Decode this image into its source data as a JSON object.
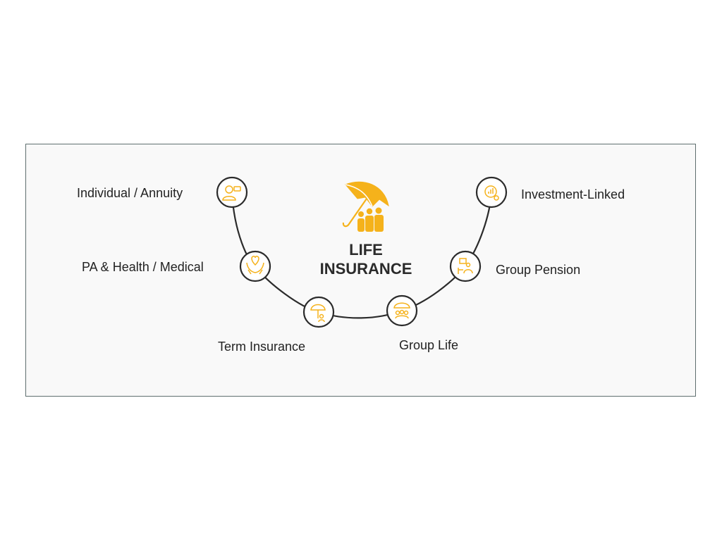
{
  "title": {
    "line1": "LIFE",
    "line2": "INSURANCE"
  },
  "colors": {
    "accent": "#f5b21b",
    "node_border": "#2b2b2b",
    "connector": "#2b2b2b",
    "panel_background": "#f9f9f9",
    "panel_border": "#5f6f6f"
  },
  "central_icon": "umbrella-family-icon",
  "nodes": [
    {
      "label": "Individual / Annuity",
      "icon": "person-profile-icon"
    },
    {
      "label": "PA & Health / Medical",
      "icon": "hands-heart-icon"
    },
    {
      "label": "Term Insurance",
      "icon": "umbrella-person-icon"
    },
    {
      "label": "Group Life",
      "icon": "umbrella-group-icon"
    },
    {
      "label": "Group Pension",
      "icon": "person-desk-icon"
    },
    {
      "label": "Investment-Linked",
      "icon": "chart-coin-icon"
    }
  ]
}
